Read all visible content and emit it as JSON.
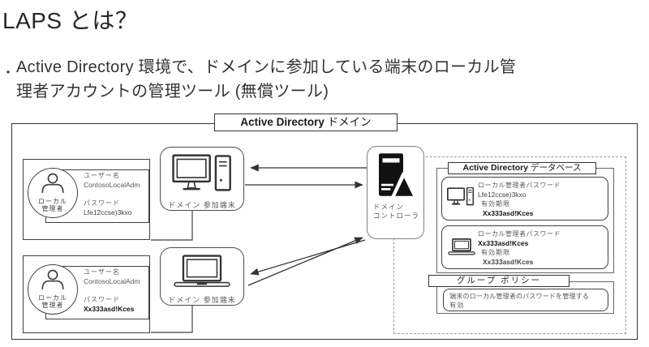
{
  "slide": {
    "title": "LAPS とは？",
    "bullet_marker": "・",
    "bullet_text": "Active Directory 環境で、ドメインに参加している端末のローカル管\n理者アカウントの管理ツール (無償ツール)"
  },
  "diagram": {
    "domain_title_en": "Active Directory",
    "domain_title_ja": " ドメイン",
    "admin_top": {
      "role": "ローカル\n管理者",
      "username_label": "ユーザー名",
      "username": "ContosoLocalAdm",
      "password_label": "パスワード",
      "password": "Lfe12ccse)3kxo"
    },
    "admin_bottom": {
      "role": "ローカル\n管理者",
      "username_label": "ユーザー名",
      "username": "ContosoLocalAdm",
      "password_label": "パスワード",
      "password": "Xx333asd!Kces"
    },
    "desktop_label": "ドメイン 参加端末",
    "laptop_label": "ドメイン 参加端末",
    "dc_label": "ドメイン\nコントローラ",
    "database": {
      "title_en": "Active Directory",
      "title_ja": " データベース",
      "entries": [
        {
          "label": "ローカル管理者パスワード",
          "password": "Lfe12ccse)3kxo",
          "expiry_label": "有効期限",
          "value2": "Xx333asd!Kces"
        },
        {
          "label": "ローカル管理者パスワード",
          "password": "Xx333asd!Kces",
          "expiry_label": "有効期限",
          "value2": "Xx333asd!Kces"
        }
      ]
    },
    "group_policy": {
      "title": "グループ ポリシー",
      "setting": "端末のローカル管理者のパスワードを管理する",
      "status": "有効"
    }
  },
  "colors": {
    "line": "#404040",
    "text_gray": "#595959",
    "text_dark": "#1a1a1a"
  }
}
